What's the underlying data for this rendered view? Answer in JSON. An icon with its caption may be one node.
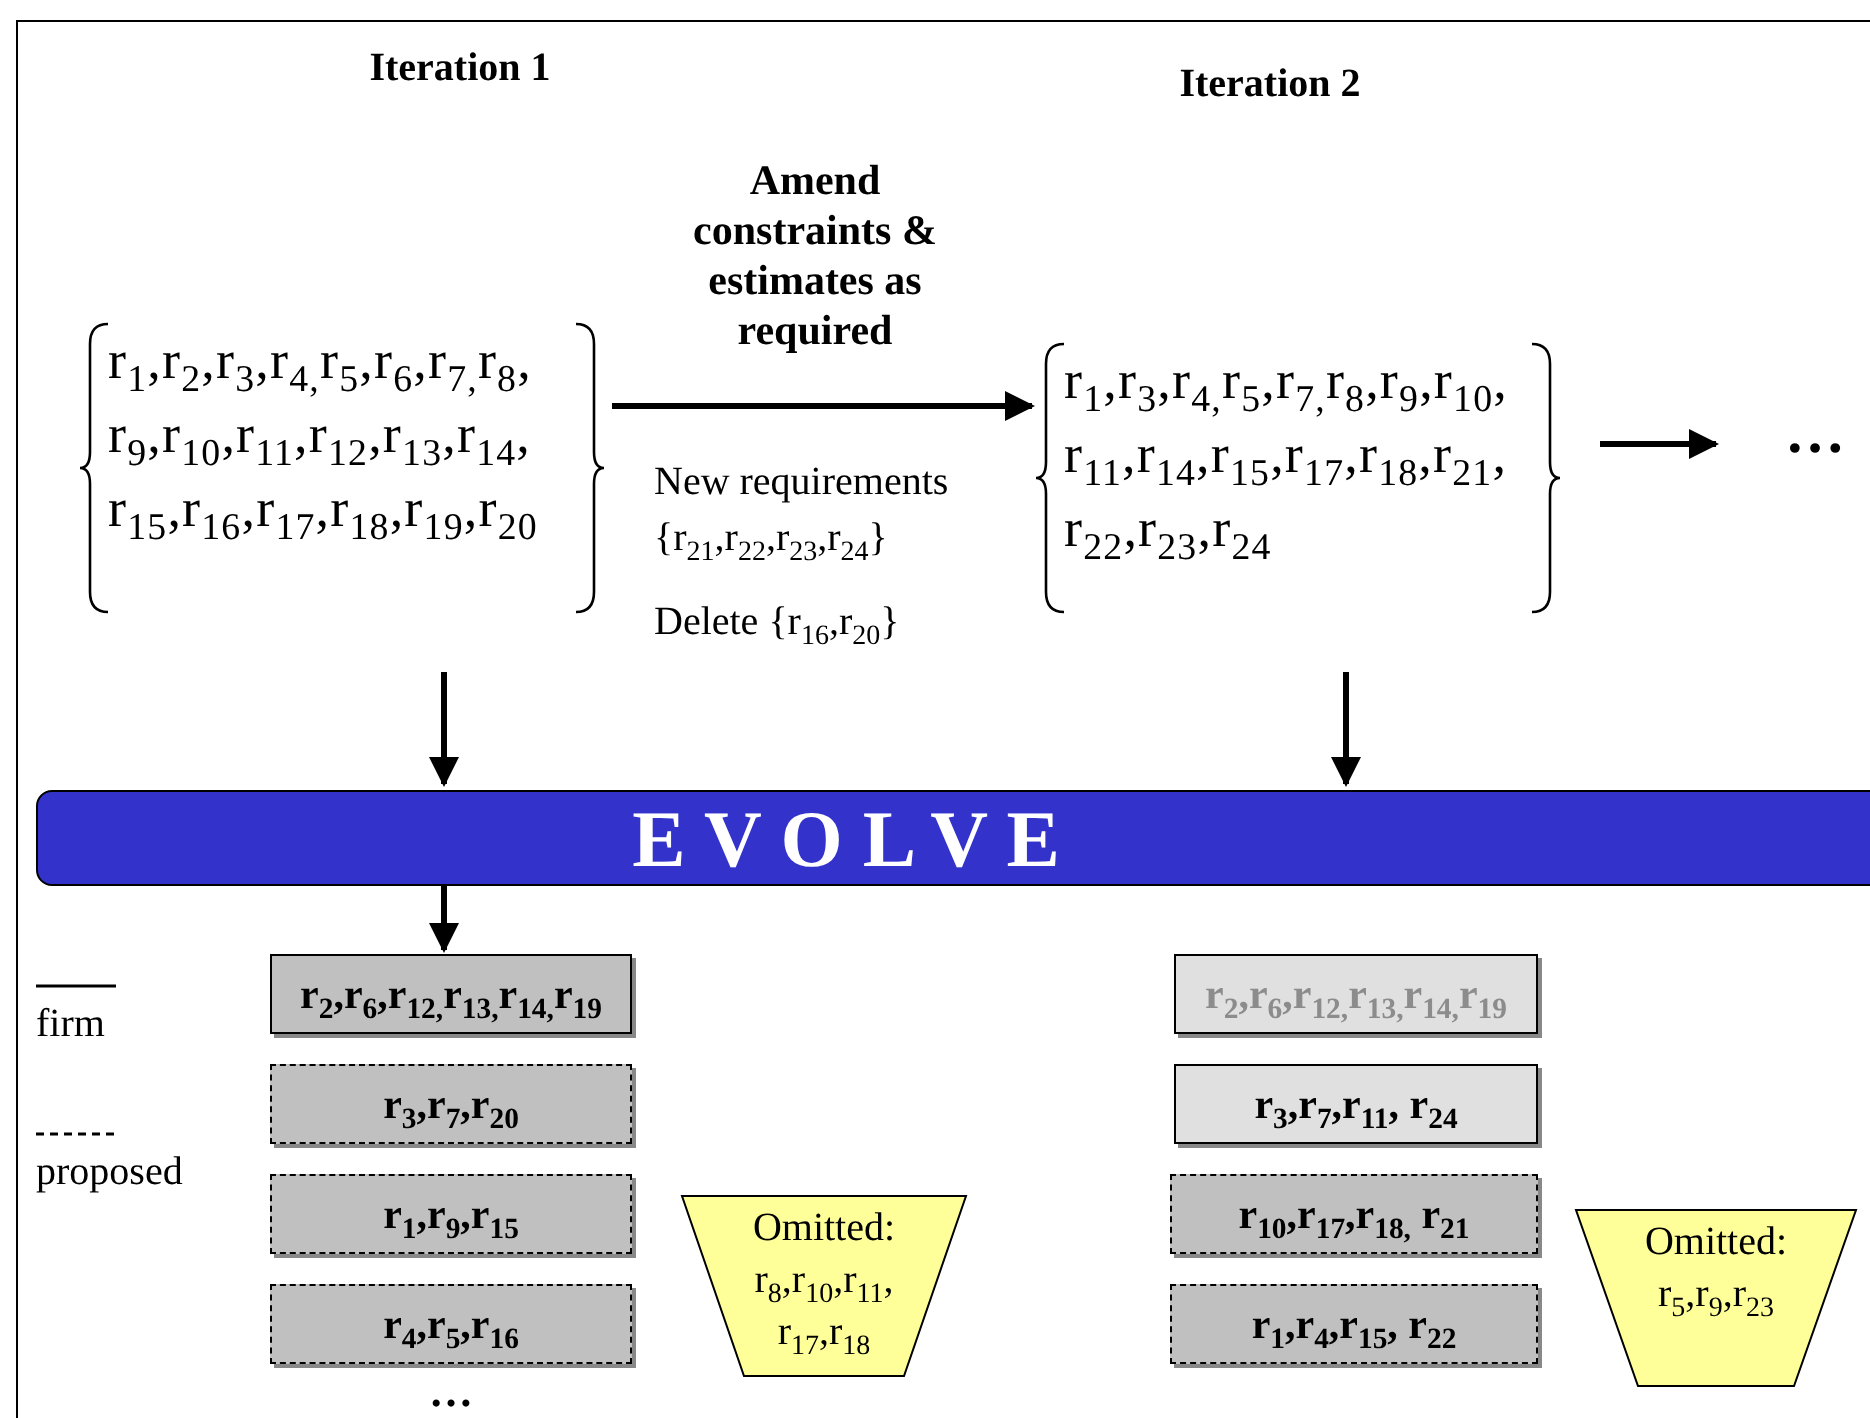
{
  "diagram": {
    "nodes": [
      {
        "text": [
          "r$_{1}$,r$_{2}$,r$_{3}$,r$_{4,}$r$_{5}$,r$_{6}$,r$_{7,}$r$_{8}$, r$_{9}$,r$_{10}$,r$_{11}$,r$_{12}$,r$_{13}$,r$_{14}$, r$_{15}$,r$_{16}$,r$_{17}$,r$_{18}$,r$_{19}$,r$_{20}$"
        ]
      },
      {
        "text": [
          "r$_{1}$,r$_{3}$,r$_{4,}$r$_{5}$,r$_{7,}$r$_{8}$,r$_{9}$,r$_{10}$, r$_{11}$,r$_{14}$,r$_{15}$,r$_{17}$,r$_{18}$,r$_{21}$, r$_{22}$,r$_{23}$,r$_{24}$"
        ]
      },
      {
        "text": [
          "…"
        ]
      },
      {
        "text": [
          "E V O L V E"
        ]
      },
      {
        "text": [
          "r$_{2}$,r$_{6}$,r$_{12,}$r$_{13,}$r$_{14,}$r$_{19}$"
        ]
      },
      {
        "text": [
          "r$_{3}$,r$_{7}$,r$_{20}$"
        ]
      },
      {
        "text": [
          "r$_{1}$,r$_{9}$,r$_{15}$"
        ]
      },
      {
        "text": [
          "r$_{4}$,r$_{5}$,r$_{16}$"
        ],
        "beside": [
          "…"
        ]
      },
      {
        "text": [
          "Omitted:",
          "r$_{8}$,r$_{10}$,r$_{11}$, r$_{17}$,r$_{18}$"
        ]
      },
      {
        "text": [
          "r$_{2}$,r$_{6}$,r$_{12,}$r$_{13,}$r$_{14,}$r$_{19}$"
        ]
      },
      {
        "text": [
          "r$_{3}$,r$_{7}$,r$_{11}$, r$_{24}$"
        ]
      },
      {
        "text": [
          "r$_{10}$,r$_{17}$,r$_{18,}$ r$_{21}$"
        ]
      },
      {
        "text": [
          "r$_{1}$,r$_{4}$,r$_{15}$, r$_{22}$"
        ]
      },
      {
        "text": [
          "Omitted:",
          "r$_{5}$,r$_{9}$,r$_{23}$"
        ]
      }
    ],
    "edges": [
      {
        "from": 0,
        "to": 1,
        "arrow": "to",
        "label": "Amend constraints & estimates as required"
      },
      {
        "from": 1,
        "to": 2,
        "arrow": "to"
      },
      {
        "from": 0,
        "to": 3,
        "arrow": "to"
      },
      {
        "from": 1,
        "to": 3,
        "arrow": "to"
      },
      {
        "from": 3,
        "to": 4,
        "arrow": "to"
      }
    ],
    "labels": [
      "Iteration 1",
      "Iteration 2",
      "New requirements {r$_{21}$,r$_{22}$,r$_{23}$,r$_{24}$}",
      "Delete {r$_{16}$,r$_{20}$}"
    ],
    "legend": [
      {
        "text": "firm"
      },
      {
        "text": "proposed"
      }
    ]
  }
}
